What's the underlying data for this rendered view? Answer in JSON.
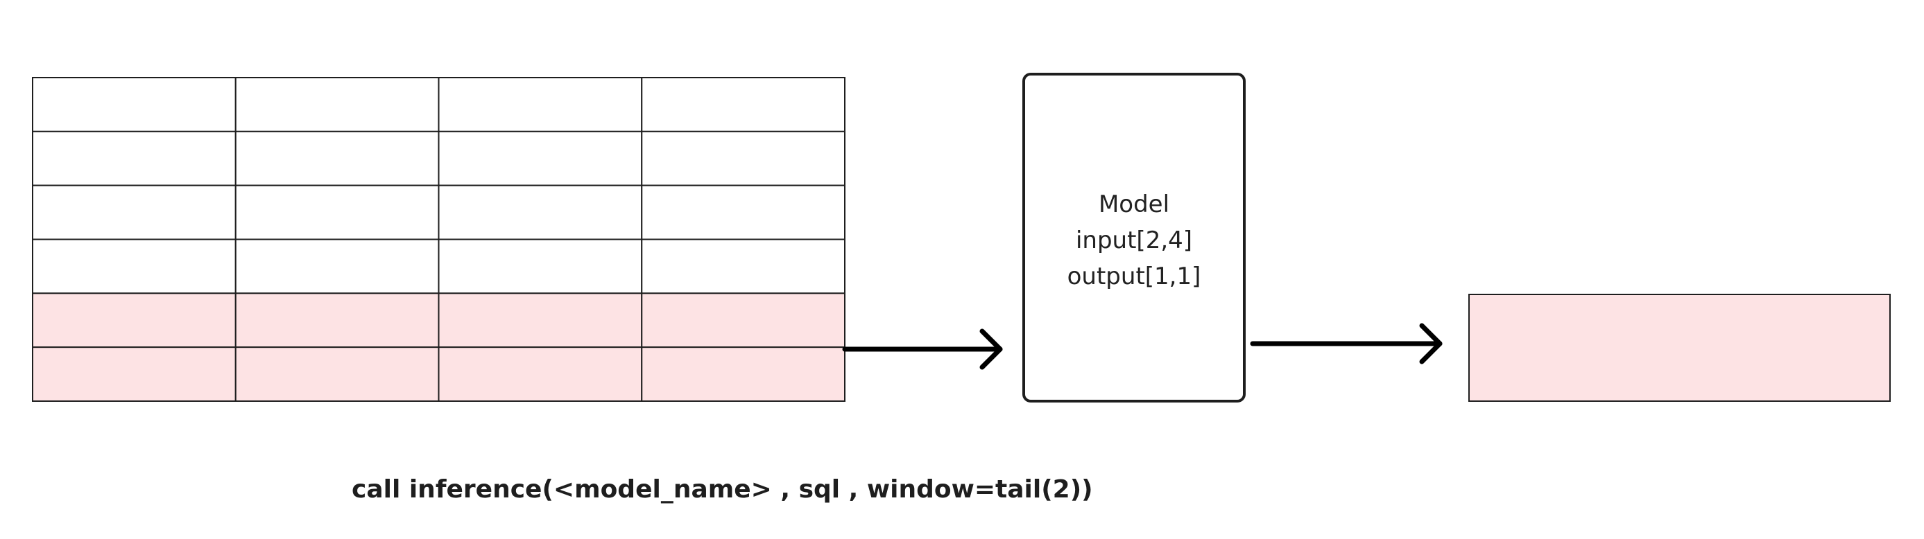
{
  "model": {
    "title": "Model",
    "input": "input[2,4]",
    "output": "output[1,1]"
  },
  "caption": "call inference(<model_name> , sql , window=tail(2))",
  "table": {
    "rows": 6,
    "columns": 4,
    "highlighted_rows": [
      4,
      5
    ]
  },
  "colors": {
    "line": "#1e1e1e",
    "highlight": "#fde3e4",
    "background": "#ffffff"
  }
}
